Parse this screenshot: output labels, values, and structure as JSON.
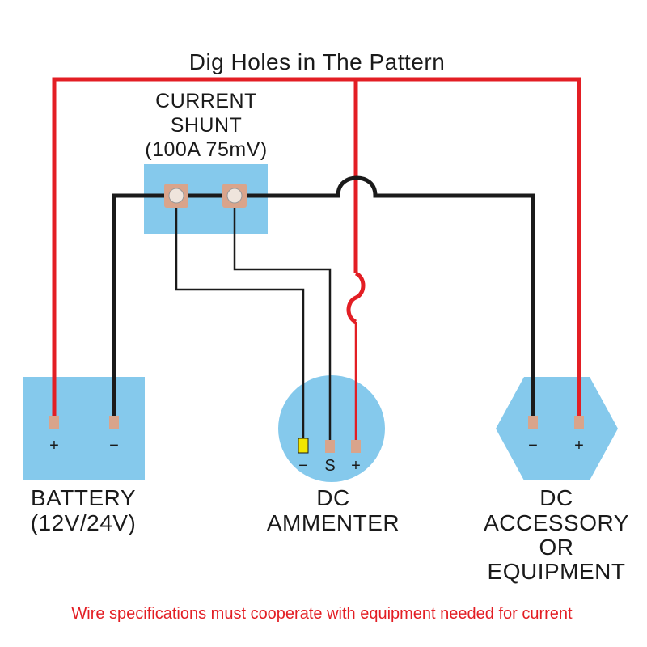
{
  "title": "Dig Holes in The Pattern",
  "shunt": {
    "line1": "CURRENT",
    "line2": "SHUNT",
    "line3": "(100A 75mV)"
  },
  "battery": {
    "line1": "BATTERY",
    "line2": "(12V/24V)",
    "plus": "+",
    "minus": "−"
  },
  "ammeter": {
    "line1": "DC",
    "line2": "AMMENTER",
    "minus": "−",
    "s": "S",
    "plus": "+"
  },
  "equipment": {
    "line1": "DC",
    "line2": "ACCESSORY",
    "line3": "OR",
    "line4": "EQUIPMENT",
    "minus": "−",
    "plus": "+"
  },
  "footer_note": "Wire specifications must cooperate with equipment needed for current",
  "colors": {
    "wire_positive": "#e31e24",
    "wire_negative": "#1a1a1a",
    "component_fill": "#85c9ec",
    "terminal": "#d9a48b",
    "meter_terminal_neg": "#f2e600",
    "note_text": "#e31e24"
  }
}
